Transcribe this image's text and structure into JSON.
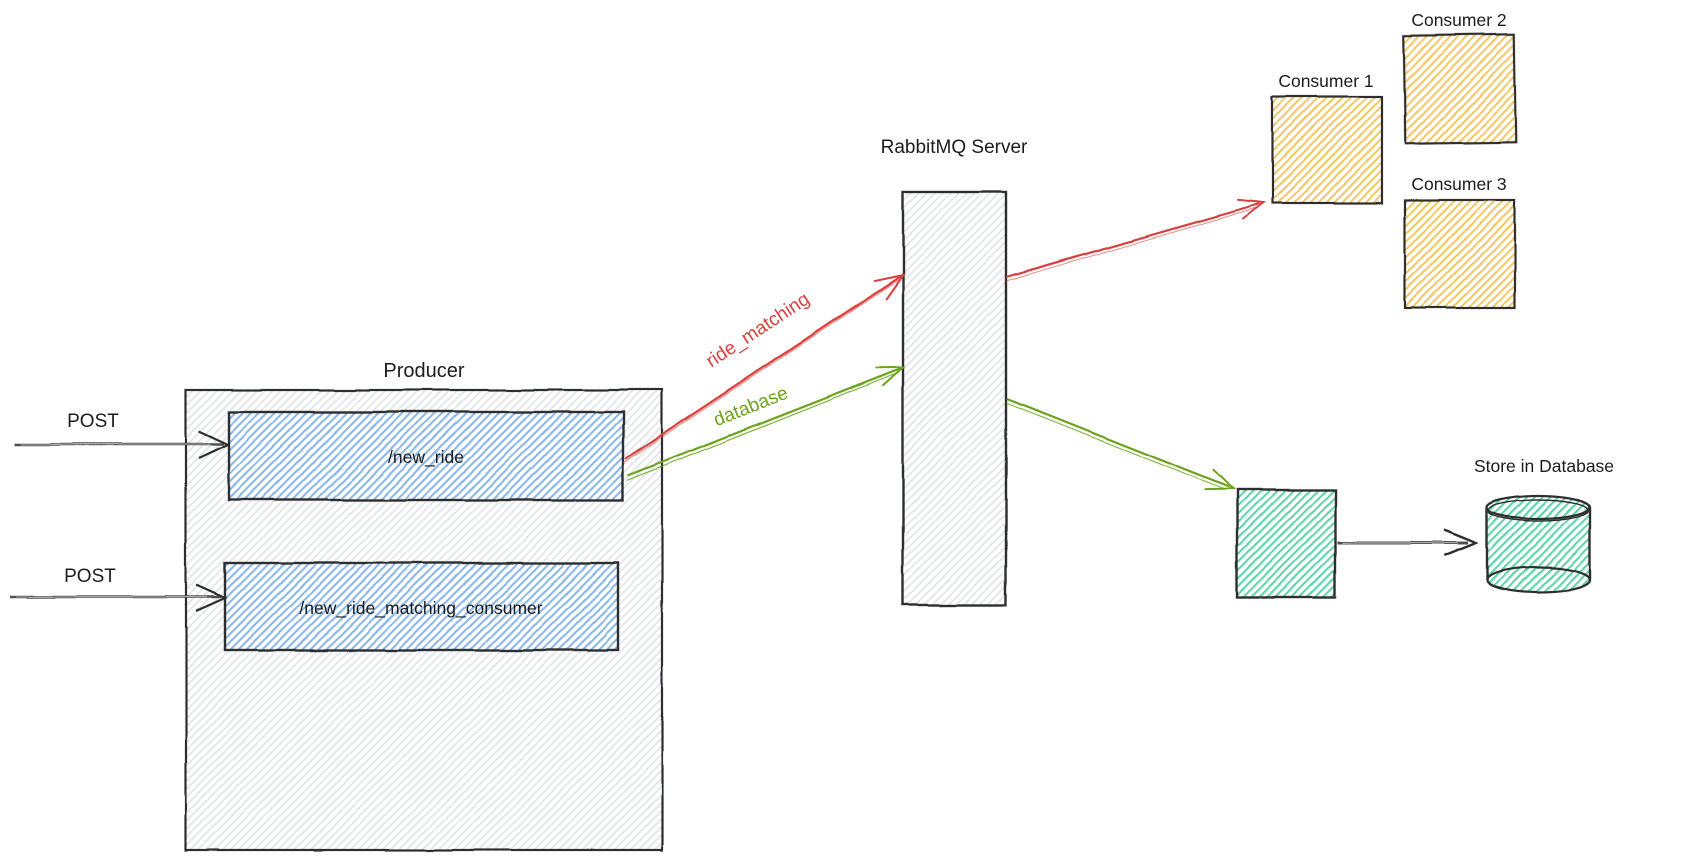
{
  "colors": {
    "background": "#ffffff",
    "stroke_dark": "#2e2e2e",
    "text": "#1c1c1c",
    "red": "#d8403d",
    "green": "#6aa41c",
    "blue_hatch": "#8cb8ec",
    "yellow_hatch": "#f2c868",
    "teal_hatch": "#62d5ab",
    "gray_hatch": "#e2e5ec",
    "arrow_gray": "#4f4f4f",
    "arrow_core": "#a9a9a9"
  },
  "producer": {
    "label": "Producer",
    "endpoints": [
      {
        "label": "/new_ride"
      },
      {
        "label": "/new_ride_matching_consumer"
      }
    ]
  },
  "requests": [
    {
      "label": "POST"
    },
    {
      "label": "POST"
    }
  ],
  "broker": {
    "label": "RabbitMQ Server"
  },
  "routes": {
    "ride_matching": {
      "label": "ride_matching"
    },
    "database": {
      "label": "database"
    }
  },
  "consumers": [
    {
      "label": "Consumer 1"
    },
    {
      "label": "Consumer 2"
    },
    {
      "label": "Consumer 3"
    }
  ],
  "storage": {
    "label": "Store in Database"
  }
}
